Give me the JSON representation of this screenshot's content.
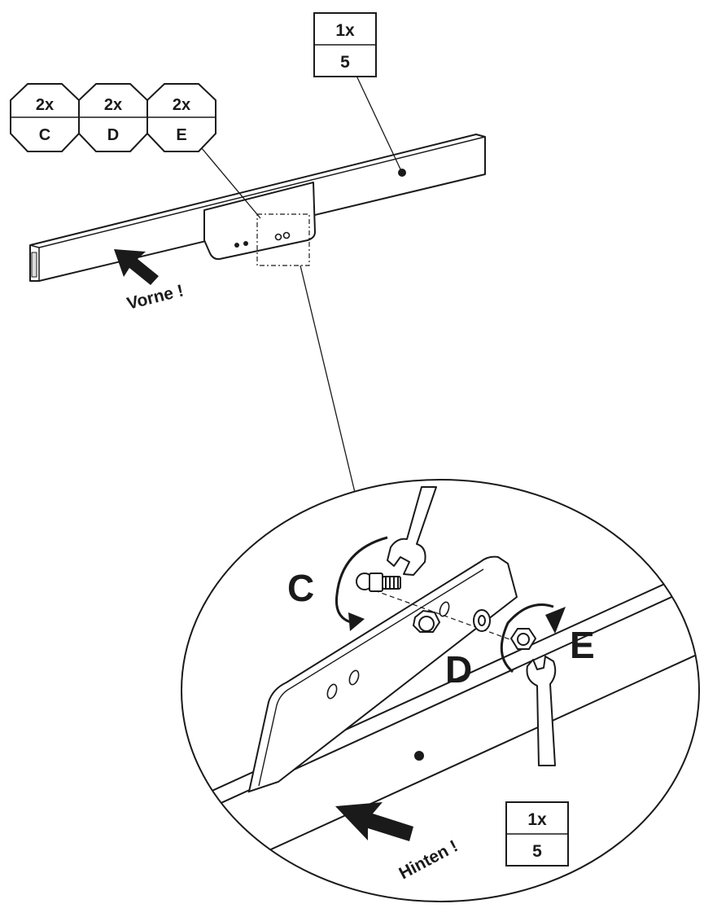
{
  "part_labels": {
    "top_box": {
      "qty": "1x",
      "part": "5"
    },
    "bottom_box": {
      "qty": "1x",
      "part": "5"
    },
    "octagon_c": {
      "qty": "2x",
      "part": "C"
    },
    "octagon_d": {
      "qty": "2x",
      "part": "D"
    },
    "octagon_e": {
      "qty": "2x",
      "part": "E"
    }
  },
  "callouts": {
    "front": "Vorne !",
    "back": "Hinten !"
  },
  "detail_letters": {
    "c": "C",
    "d": "D",
    "e": "E"
  },
  "colors": {
    "line": "#1a1a1a",
    "background": "#ffffff"
  }
}
